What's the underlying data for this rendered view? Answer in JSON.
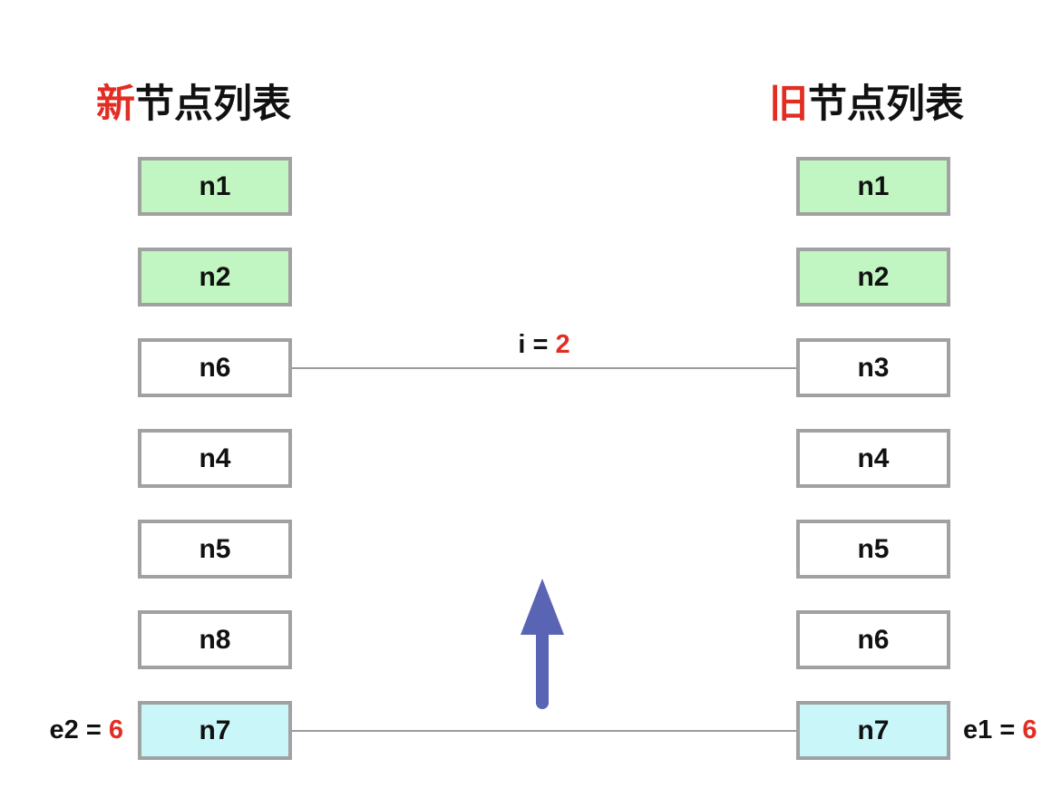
{
  "titles": {
    "new_list": {
      "highlight": "新",
      "rest": "节点列表"
    },
    "old_list": {
      "highlight": "旧",
      "rest": "节点列表"
    }
  },
  "new_nodes": [
    {
      "label": "n1",
      "fill": "green"
    },
    {
      "label": "n2",
      "fill": "green"
    },
    {
      "label": "n6",
      "fill": "white"
    },
    {
      "label": "n4",
      "fill": "white"
    },
    {
      "label": "n5",
      "fill": "white"
    },
    {
      "label": "n8",
      "fill": "white"
    },
    {
      "label": "n7",
      "fill": "cyan"
    }
  ],
  "old_nodes": [
    {
      "label": "n1",
      "fill": "green"
    },
    {
      "label": "n2",
      "fill": "green"
    },
    {
      "label": "n3",
      "fill": "white"
    },
    {
      "label": "n4",
      "fill": "white"
    },
    {
      "label": "n5",
      "fill": "white"
    },
    {
      "label": "n6",
      "fill": "white"
    },
    {
      "label": "n7",
      "fill": "cyan"
    }
  ],
  "annotations": {
    "index_pointer": {
      "prefix": "i = ",
      "value": "2"
    },
    "new_end_pointer": {
      "prefix": "e2 = ",
      "value": "6"
    },
    "old_end_pointer": {
      "prefix": "e1 = ",
      "value": "6"
    }
  },
  "colors": {
    "red": "#e22d23",
    "green": "#c1f5c1",
    "cyan": "#c9f6f8",
    "white": "#ffffff",
    "border": "#a1a1a1",
    "line": "#9b9b9b",
    "arrow": "#5a64b4"
  }
}
